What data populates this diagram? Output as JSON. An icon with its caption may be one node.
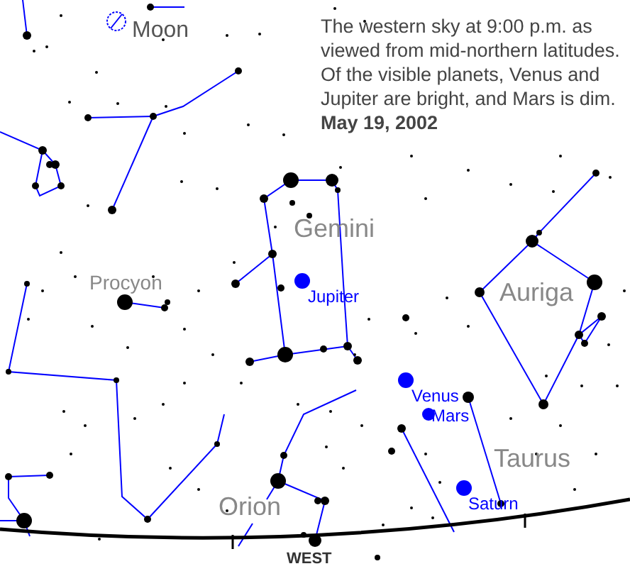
{
  "diagram": {
    "labels": [
      "The western sky at 9:00 p.m. as viewed from mid-northern latitudes.  Of the visible planets, Venus and Jupiter are bright, and Mars is dim. **May 19, 2002**",
      "Moon",
      "Gemini",
      "Procyon",
      "Jupiter",
      "Auriga",
      "Venus",
      "Mars",
      "Taurus",
      "Orion",
      "Saturn",
      "WEST"
    ]
  }
}
